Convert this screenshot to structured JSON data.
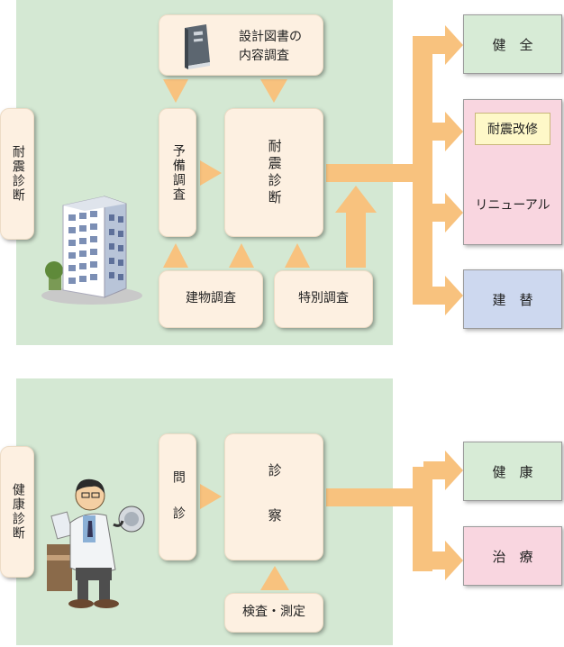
{
  "seismic": {
    "side_label": "耐震診断",
    "design_doc_survey": "設計図書の\n内容調査",
    "preliminary_survey": "予備調査",
    "seismic_diagnosis": "耐震診断",
    "building_survey": "建物調査",
    "special_survey": "特別調査"
  },
  "seismic_outcomes": {
    "sound": "健　全",
    "retrofit": "耐震改修",
    "renewal": "リニューアル",
    "rebuild": "建　替"
  },
  "health": {
    "side_label": "健康診断",
    "interview": "問　診",
    "examination": "診　察",
    "test_measure": "検査・測定"
  },
  "health_outcomes": {
    "healthy": "健　康",
    "treatment": "治　療"
  },
  "colors": {
    "panel": "#d4e8d3",
    "box": "#fdf0e1",
    "arrow": "#f8c27e",
    "out_green": "#d7ebd6",
    "out_pink": "#f9d6e0",
    "out_blue": "#cdd8ef",
    "out_yellow": "#fef8c8"
  }
}
